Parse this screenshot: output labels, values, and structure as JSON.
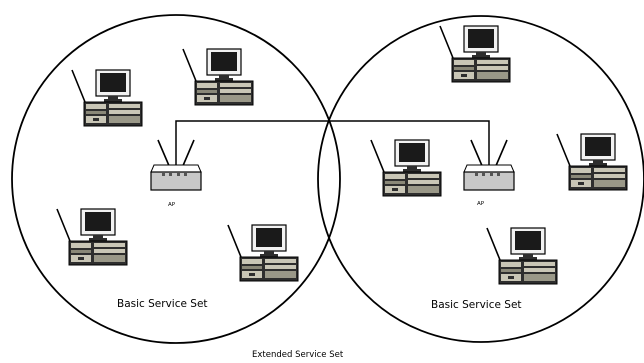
{
  "diagram": {
    "bss_left": {
      "label": "Basic Service Set",
      "ap_label": "AP"
    },
    "bss_right": {
      "label": "Basic Service Set",
      "ap_label": "AP"
    },
    "ess_label": "Extended Service Set",
    "colors": {
      "line": "#000000",
      "monitor_screen": "#1a1a1a",
      "monitor_frame": "#f2f2f2",
      "case_dark": "#2e2e2e",
      "case_light": "#c9c6b6",
      "ap_fill": "#c8c8c8"
    }
  }
}
